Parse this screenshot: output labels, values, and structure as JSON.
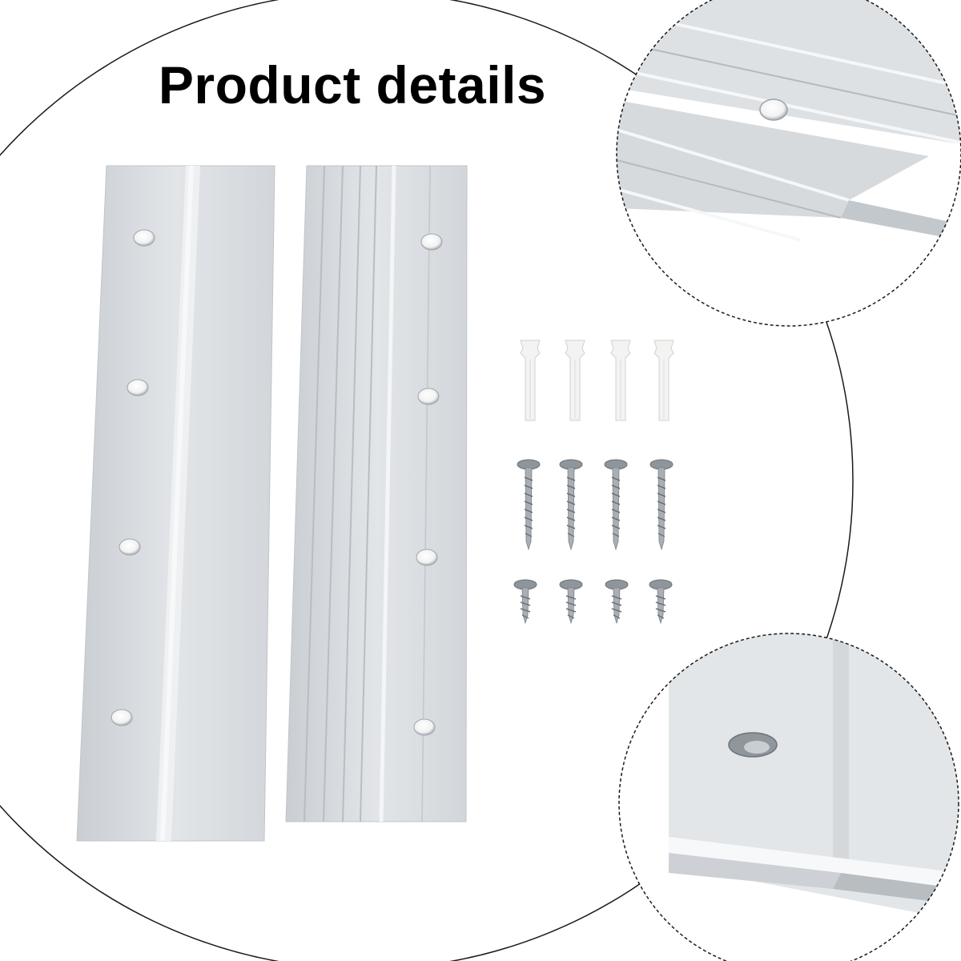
{
  "title": "Product details",
  "colors": {
    "background": "#ffffff",
    "outline": "#1a1a1a",
    "aluminum_light": "#e4e7ea",
    "aluminum_mid": "#d3d7db",
    "aluminum_dark": "#b9bec3",
    "screw": "#9da3a8",
    "anchor": "#f3f3f1"
  },
  "icons": [
    "zoom-detail-icon"
  ],
  "items": {
    "rails": 2,
    "wall_anchors": 4,
    "long_screws": 4,
    "short_screws": 4
  },
  "zoom_insets": [
    "grooved-rail-detail",
    "hole-edge-detail"
  ]
}
